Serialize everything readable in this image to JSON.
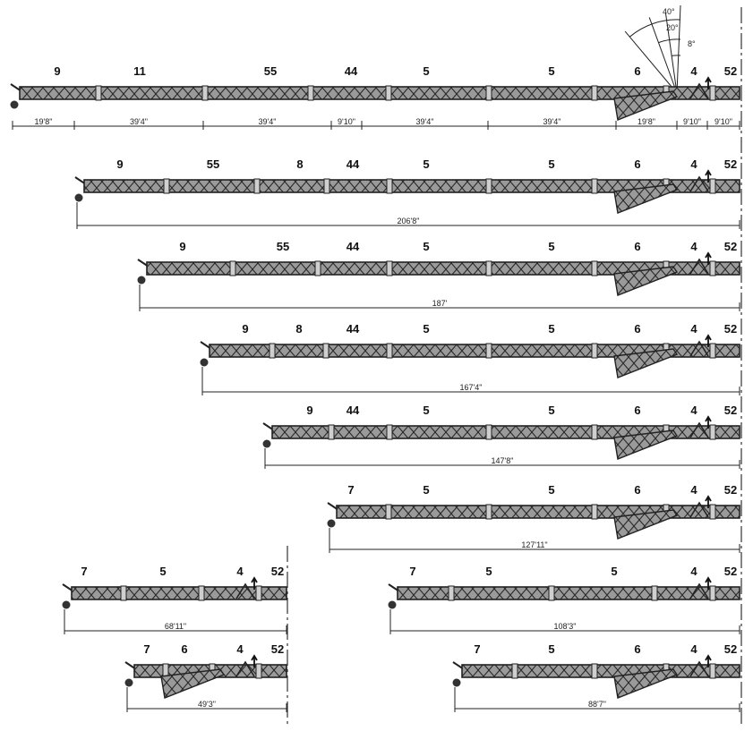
{
  "angles": [
    "40°",
    "20°",
    "8°"
  ],
  "configs": [
    {
      "name": "config-1",
      "sections": [
        "9",
        "11",
        "55",
        "44",
        "5",
        "5",
        "6",
        "4",
        "52"
      ],
      "dims": [
        "19'8\"",
        "39'4\"",
        "39'4\"",
        "9'10\"",
        "39'4\"",
        "39'4\"",
        "19'8\"",
        "9'10\"",
        "9'10\""
      ]
    },
    {
      "name": "config-2",
      "sections": [
        "9",
        "55",
        "8",
        "44",
        "5",
        "5",
        "6",
        "4",
        "52"
      ],
      "total": "206'8\""
    },
    {
      "name": "config-3",
      "sections": [
        "9",
        "55",
        "44",
        "5",
        "5",
        "6",
        "4",
        "52"
      ],
      "total": "187'"
    },
    {
      "name": "config-4",
      "sections": [
        "9",
        "8",
        "44",
        "5",
        "5",
        "6",
        "4",
        "52"
      ],
      "total": "167'4\""
    },
    {
      "name": "config-5",
      "sections": [
        "9",
        "44",
        "5",
        "5",
        "6",
        "4",
        "52"
      ],
      "total": "147'8\""
    },
    {
      "name": "config-6",
      "sections": [
        "7",
        "5",
        "5",
        "6",
        "4",
        "52"
      ],
      "total": "127'11\""
    },
    {
      "name": "config-7",
      "sections": [
        "7",
        "5",
        "4",
        "52"
      ],
      "total": "68'11\""
    },
    {
      "name": "config-8",
      "sections": [
        "7",
        "5",
        "5",
        "4",
        "52"
      ],
      "total": "108'3\""
    },
    {
      "name": "config-9",
      "sections": [
        "7",
        "6",
        "4",
        "52"
      ],
      "total": "49'3\""
    },
    {
      "name": "config-10",
      "sections": [
        "7",
        "5",
        "6",
        "4",
        "52"
      ],
      "total": "88'7\""
    }
  ]
}
